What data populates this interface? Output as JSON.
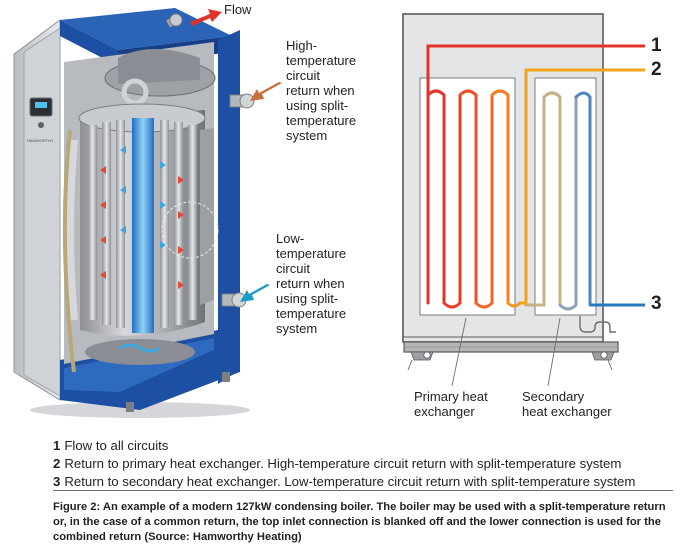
{
  "labels": {
    "flow": "Flow",
    "high_temp": [
      "High-",
      "temperature",
      "circuit",
      "return when",
      "using split-",
      "temperature",
      "system"
    ],
    "low_temp": [
      "Low-",
      "temperature",
      "circuit",
      "return when",
      "using split-",
      "temperature",
      "system"
    ],
    "primary_hx": [
      "Primary heat",
      "exchanger"
    ],
    "secondary_hx": [
      "Secondary",
      "heat exchanger"
    ],
    "n1": "1",
    "n2": "2",
    "n3": "3"
  },
  "legend": [
    {
      "num": "1",
      "text": "Flow to all circuits"
    },
    {
      "num": "2",
      "text": "Return to primary heat exchanger. High-temperature circuit return with split-temperature system"
    },
    {
      "num": "3",
      "text": "Return to secondary heat exchanger. Low-temperature circuit return with split-temperature system"
    }
  ],
  "caption": "Figure 2: An example of a modern 127kW condensing boiler. The boiler may be used with a split-temperature return or, in the case of a common return, the top inlet connection is blanked off and the lower connection is used for the combined return (Source: Hamworthy Heating)",
  "colors": {
    "flow_red": "#e2332b",
    "primary_return_orange": "#f5a21c",
    "secondary_return_blue": "#2a78c0",
    "boiler_blue": "#1d4fa2",
    "arrow_orange": "#c86f3a",
    "arrow_teal": "#1b9ac8"
  }
}
